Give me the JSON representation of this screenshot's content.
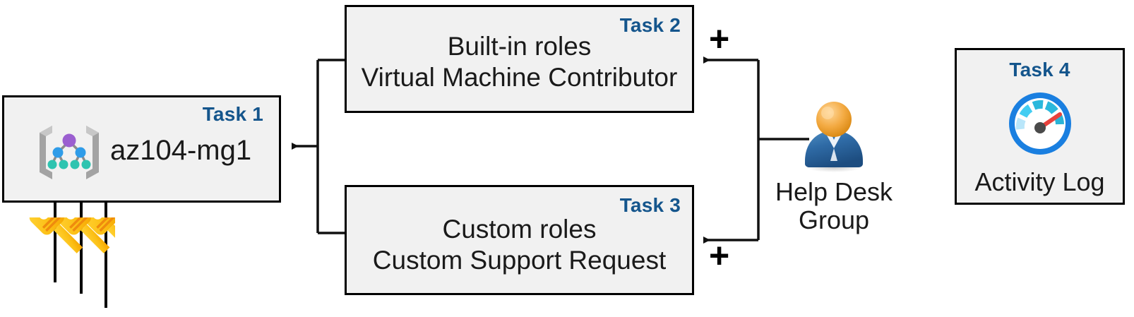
{
  "diagram": {
    "title": "Azure RBAC assignment diagram",
    "accent_color": "#14558c",
    "box_fill": "#f1f1f1",
    "box_border": "#000000"
  },
  "tasks": [
    {
      "id": "task1",
      "label": "Task 1",
      "title": "az104-mg1",
      "icon": "management-group-icon"
    },
    {
      "id": "task2",
      "label": "Task 2",
      "line1": "Built-in roles",
      "line2": "Virtual Machine Contributor"
    },
    {
      "id": "task3",
      "label": "Task 3",
      "line1": "Custom roles",
      "line2": "Custom Support Request"
    },
    {
      "id": "task4",
      "label": "Task 4",
      "caption": "Activity Log",
      "icon": "activity-log-gauge-icon"
    }
  ],
  "actor": {
    "icon": "user-group-icon",
    "caption_line1": "Help Desk",
    "caption_line2": "Group"
  },
  "operators": {
    "plus_top": "+",
    "plus_bottom": "+"
  },
  "decorations": {
    "keys_icon": "keys-icon"
  }
}
